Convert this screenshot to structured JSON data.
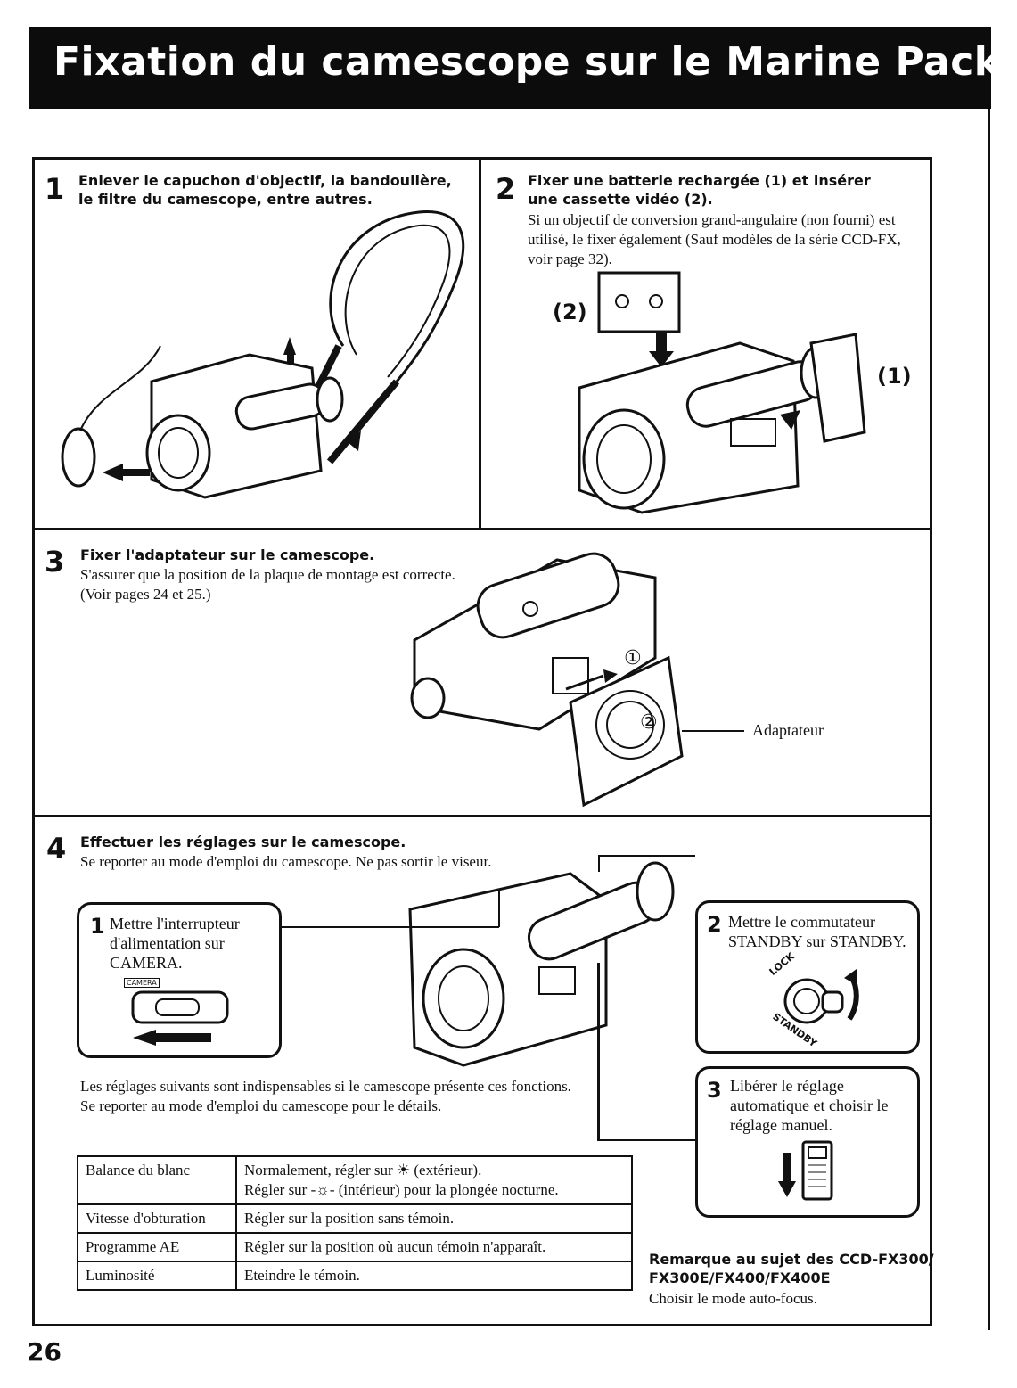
{
  "header": {
    "title": "Fixation du camescope sur le Marine Pack"
  },
  "step1": {
    "number": "1",
    "title": "Enlever le capuchon d'objectif, la bandoulière, le filtre du camescope, entre autres."
  },
  "step2": {
    "number": "2",
    "title": "Fixer une batterie rechargée (1) et insérer une cassette vidéo (2).",
    "body": "Si un objectif de conversion grand-angulaire (non fourni) est utilisé, le fixer également (Sauf modèles de la série CCD-FX, voir page 32).",
    "label_cassette": "(2)",
    "label_battery": "(1)"
  },
  "step3": {
    "number": "3",
    "title": "Fixer l'adaptateur sur le camescope.",
    "body": "S'assurer que la position de la plaque de montage est correcte. (Voir pages 24 et 25.)",
    "label_adapter": "Adaptateur",
    "marker_1": "①",
    "marker_2": "②"
  },
  "step4": {
    "number": "4",
    "title": "Effectuer les réglages sur le camescope.",
    "body": "Se reporter au mode d'emploi du camescope. Ne pas sortir le viseur.",
    "sub1": {
      "number": "1",
      "text": "Mettre l'interrupteur d'alimentation sur CAMERA.",
      "switch_label": "CAMERA"
    },
    "sub2": {
      "number": "2",
      "text": "Mettre le commutateur STANDBY sur STANDBY.",
      "lock_label": "LOCK",
      "standby_label": "STANDBY"
    },
    "sub3": {
      "number": "3",
      "text": "Libérer le réglage automatique et choisir le réglage manuel."
    },
    "settings_intro": "Les réglages suivants sont indispensables si le camescope présente ces fonctions. Se reporter au mode d'emploi du camescope pour le détails.",
    "table": [
      {
        "name": "Balance du blanc",
        "value_line1": "Normalement, régler sur ☀ (extérieur).",
        "value_line2": "Régler sur -☼- (intérieur) pour la plongée nocturne."
      },
      {
        "name": "Vitesse d'obturation",
        "value_line1": "Régler sur la position sans témoin.",
        "value_line2": ""
      },
      {
        "name": "Programme AE",
        "value_line1": "Régler sur la position où aucun témoin n'apparaît.",
        "value_line2": ""
      },
      {
        "name": "Luminosité",
        "value_line1": "Eteindre le témoin.",
        "value_line2": ""
      }
    ],
    "note_title": "Remarque au sujet des CCD-FX300/ FX300E/FX400/FX400E",
    "note_body": "Choisir le mode auto-focus."
  },
  "footer": {
    "page_number": "26"
  }
}
